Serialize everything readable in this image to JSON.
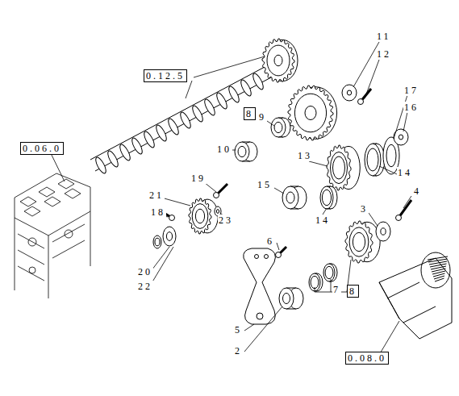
{
  "diagram": {
    "nodes": [
      {
        "text": [
          "0.12.5"
        ]
      },
      {
        "text": [
          "8"
        ]
      },
      {
        "text": [
          "0.06.0"
        ]
      },
      {
        "text": [
          "8"
        ]
      },
      {
        "text": [
          "0.08.0"
        ]
      }
    ],
    "edges": [],
    "labels": [
      "11",
      "12",
      "9",
      "17",
      "16",
      "10",
      "13",
      "14",
      "15",
      "14",
      "3",
      "4",
      "19",
      "21",
      "23",
      "18",
      "20",
      "22",
      "6",
      "7",
      "5",
      "2"
    ]
  }
}
